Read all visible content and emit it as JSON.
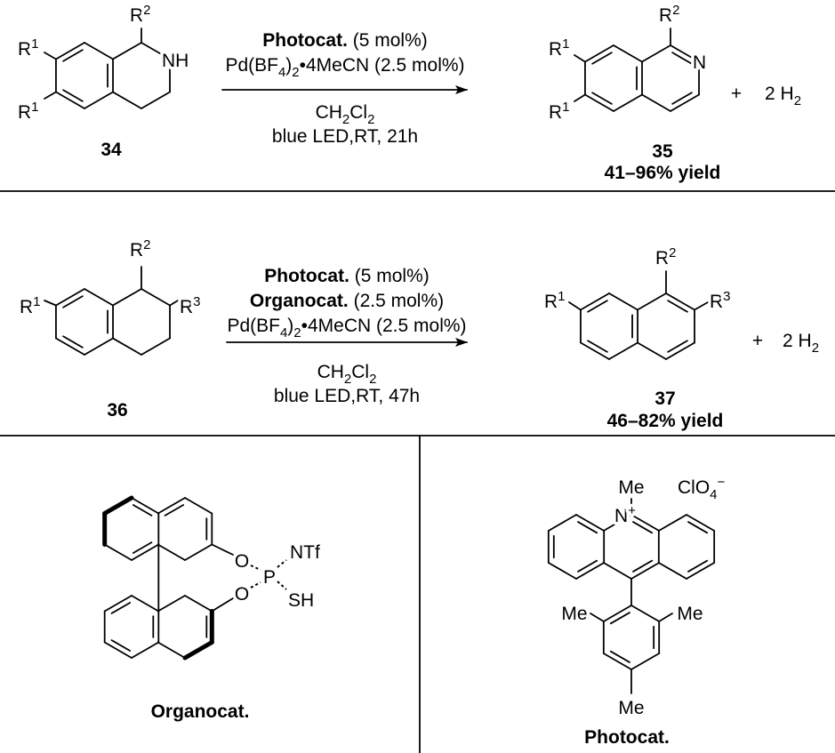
{
  "reaction1": {
    "reactant_id": "34",
    "product_id": "35",
    "yield": "41–96% yield",
    "conditions_above": [
      [
        [
          "Photocat.",
          "b"
        ],
        [
          " (5 mol%)",
          ""
        ]
      ],
      [
        [
          "Pd(BF",
          ""
        ],
        [
          "4",
          "sub"
        ],
        [
          ")",
          ""
        ],
        [
          "2",
          "sub"
        ],
        [
          "•4MeCN (2.5 mol%)",
          ""
        ]
      ]
    ],
    "conditions_below": [
      [
        [
          "CH",
          ""
        ],
        [
          "2",
          "sub"
        ],
        [
          "Cl",
          ""
        ],
        [
          "2",
          "sub"
        ]
      ],
      [
        [
          "blue LED,RT, 21h",
          ""
        ]
      ]
    ],
    "plus": "+",
    "byproduct": [
      [
        "2 H",
        ""
      ],
      [
        "2",
        "sub"
      ]
    ],
    "reactant_labels": {
      "r1_top": [
        [
          "R",
          ""
        ],
        [
          "1",
          "sup"
        ]
      ],
      "r1_bottom": [
        [
          "R",
          ""
        ],
        [
          "1",
          "sup"
        ]
      ],
      "r2": [
        [
          "R",
          ""
        ],
        [
          "2",
          "sup"
        ]
      ],
      "nh": "NH"
    },
    "product_labels": {
      "r1_top": [
        [
          "R",
          ""
        ],
        [
          "1",
          "sup"
        ]
      ],
      "r1_bottom": [
        [
          "R",
          ""
        ],
        [
          "1",
          "sup"
        ]
      ],
      "r2": [
        [
          "R",
          ""
        ],
        [
          "2",
          "sup"
        ]
      ],
      "n": "N"
    }
  },
  "reaction2": {
    "reactant_id": "36",
    "product_id": "37",
    "yield": "46–82% yield",
    "conditions_above": [
      [
        [
          "Photocat.",
          "b"
        ],
        [
          " (5 mol%)",
          ""
        ]
      ],
      [
        [
          "Organocat.",
          "b"
        ],
        [
          " (2.5 mol%)",
          ""
        ]
      ],
      [
        [
          "Pd(BF",
          ""
        ],
        [
          "4",
          "sub"
        ],
        [
          ")",
          ""
        ],
        [
          "2",
          "sub"
        ],
        [
          "•4MeCN (2.5 mol%)",
          ""
        ]
      ]
    ],
    "conditions_below": [
      [
        [
          "CH",
          ""
        ],
        [
          "2",
          "sub"
        ],
        [
          "Cl",
          ""
        ],
        [
          "2",
          "sub"
        ]
      ],
      [
        [
          "blue LED,RT, 47h",
          ""
        ]
      ]
    ],
    "plus": "+",
    "byproduct": [
      [
        "2 H",
        ""
      ],
      [
        "2",
        "sub"
      ]
    ],
    "reactant_labels": {
      "r1": [
        [
          "R",
          ""
        ],
        [
          "1",
          "sup"
        ]
      ],
      "r2": [
        [
          "R",
          ""
        ],
        [
          "2",
          "sup"
        ]
      ],
      "r3": [
        [
          "R",
          ""
        ],
        [
          "3",
          "sup"
        ]
      ]
    },
    "product_labels": {
      "r1": [
        [
          "R",
          ""
        ],
        [
          "1",
          "sup"
        ]
      ],
      "r2": [
        [
          "R",
          ""
        ],
        [
          "2",
          "sup"
        ]
      ],
      "r3": [
        [
          "R",
          ""
        ],
        [
          "3",
          "sup"
        ]
      ]
    }
  },
  "organocatalyst": {
    "name": "Organocat.",
    "atoms": {
      "o_top": "O",
      "o_bottom": "O",
      "p": "P",
      "ntf": "NTf",
      "sh": "SH"
    }
  },
  "photocatalyst": {
    "name": "Photocat.",
    "atoms": {
      "n": [
        [
          "N",
          ""
        ],
        [
          "+",
          "sup"
        ]
      ],
      "me_n": "Me",
      "counterion": [
        [
          "ClO",
          ""
        ],
        [
          "4",
          "sub"
        ],
        [
          "−",
          "sup"
        ]
      ],
      "me_left": "Me",
      "me_right": "Me",
      "me_bottom": "Me"
    }
  }
}
